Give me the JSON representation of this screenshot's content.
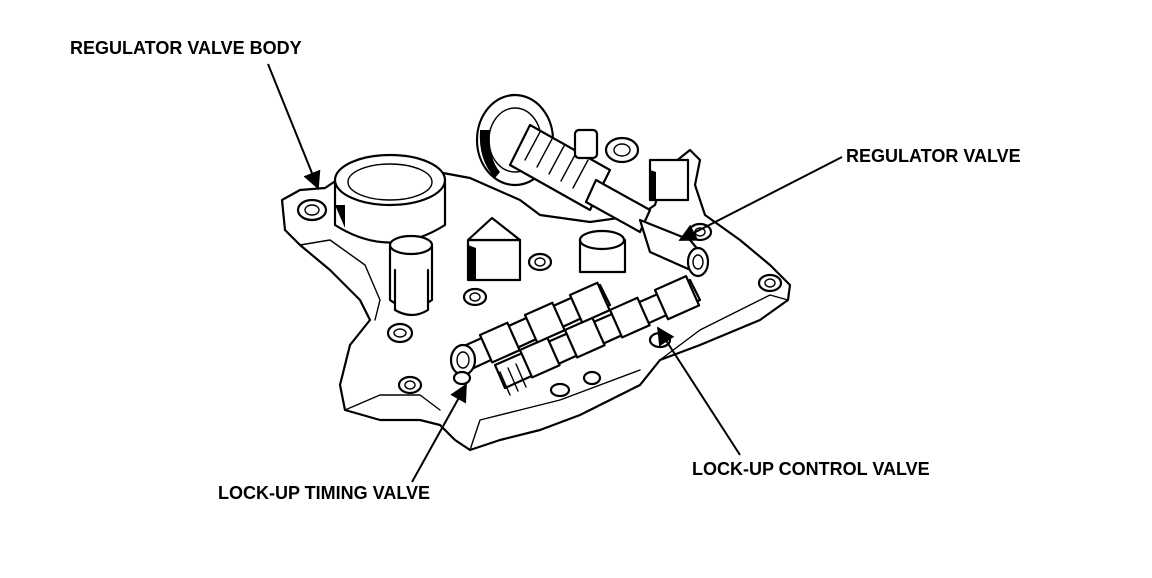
{
  "labels": {
    "regulator_valve_body": "REGULATOR VALVE BODY",
    "regulator_valve": "REGULATOR VALVE",
    "lockup_timing_valve": "LOCK-UP TIMING VALVE",
    "lockup_control_valve": "LOCK-UP CONTROL VALVE"
  }
}
